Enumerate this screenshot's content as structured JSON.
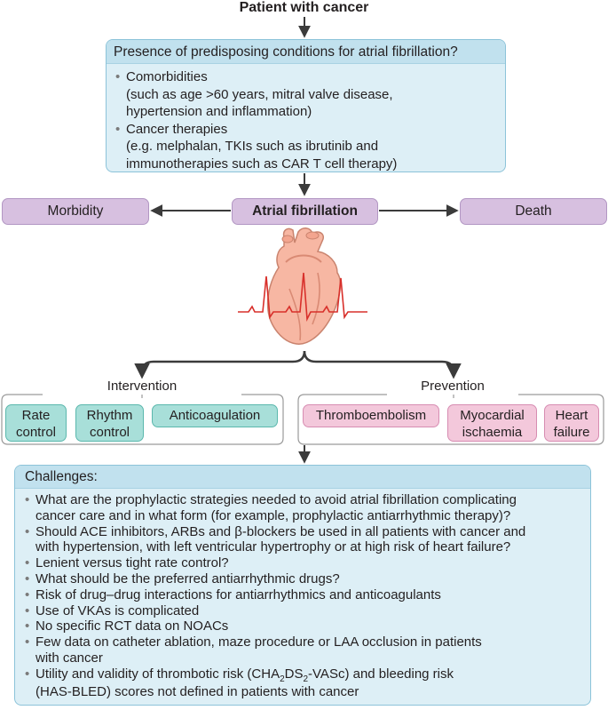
{
  "title": "Patient with cancer",
  "predisposing": {
    "heading": "Presence of predisposing conditions for atrial fibrillation?",
    "items": [
      {
        "label": "Comorbidities",
        "detail1": "(such as age >60 years, mitral valve disease,",
        "detail2": "hypertension and inflammation)"
      },
      {
        "label": "Cancer therapies",
        "detail1": "(e.g. melphalan, TKIs such as ibrutinib and",
        "detail2": "immunotherapies such as CAR T cell therapy)"
      }
    ]
  },
  "outcomes": {
    "left": "Morbidity",
    "center": "Atrial fibrillation",
    "right": "Death"
  },
  "intervention": {
    "label": "Intervention",
    "boxes": [
      {
        "line1": "Rate",
        "line2": "control"
      },
      {
        "line1": "Rhythm",
        "line2": "control"
      },
      {
        "line1": "Anticoagulation",
        "line2": ""
      }
    ]
  },
  "prevention": {
    "label": "Prevention",
    "boxes": [
      {
        "line1": "Thromboembolism",
        "line2": ""
      },
      {
        "line1": "Myocardial",
        "line2": "ischaemia"
      },
      {
        "line1": "Heart",
        "line2": "failure"
      }
    ]
  },
  "challenges": {
    "heading": "Challenges:",
    "items": [
      {
        "line1": "What are the prophylactic strategies needed to avoid atrial fibrillation complicating",
        "line2": "cancer care and in what form (for example, prophylactic antiarrhythmic therapy)?"
      },
      {
        "line1": "Should ACE inhibitors, ARBs and β-blockers be used in all patients with cancer and",
        "line2": "with hypertension, with left ventricular hypertrophy or at high risk of heart failure?"
      },
      {
        "line1": "Lenient versus tight rate control?",
        "line2": ""
      },
      {
        "line1": "What should be the preferred antiarrhythmic drugs?",
        "line2": ""
      },
      {
        "line1": "Risk of drug–drug interactions for antiarrhythmics and anticoagulants",
        "line2": ""
      },
      {
        "line1": "Use of VKAs is complicated",
        "line2": ""
      },
      {
        "line1": "No specific RCT data on NOACs",
        "line2": ""
      },
      {
        "line1": "Few data on catheter ablation, maze procedure or LAA occlusion in patients",
        "line2": "with cancer"
      }
    ],
    "last": {
      "pre": "Utility and validity of thrombotic risk (CHA",
      "sub1": "2",
      "mid": "DS",
      "sub2": "2",
      "post": "-VASc) and bleeding risk",
      "line2": "(HAS-BLED) scores not defined in patients with cancer"
    }
  },
  "colors": {
    "blue_box": "#ddeff6",
    "blue_header": "#c1e1ee",
    "purple": "#d7c0e0",
    "teal": "#a8dfd9",
    "pink": "#f3c8db",
    "arrow": "#3b3b3b",
    "ecg": "#d8302b"
  },
  "icons": {
    "heart": "heart-illustration",
    "ecg": "ecg-trace"
  }
}
